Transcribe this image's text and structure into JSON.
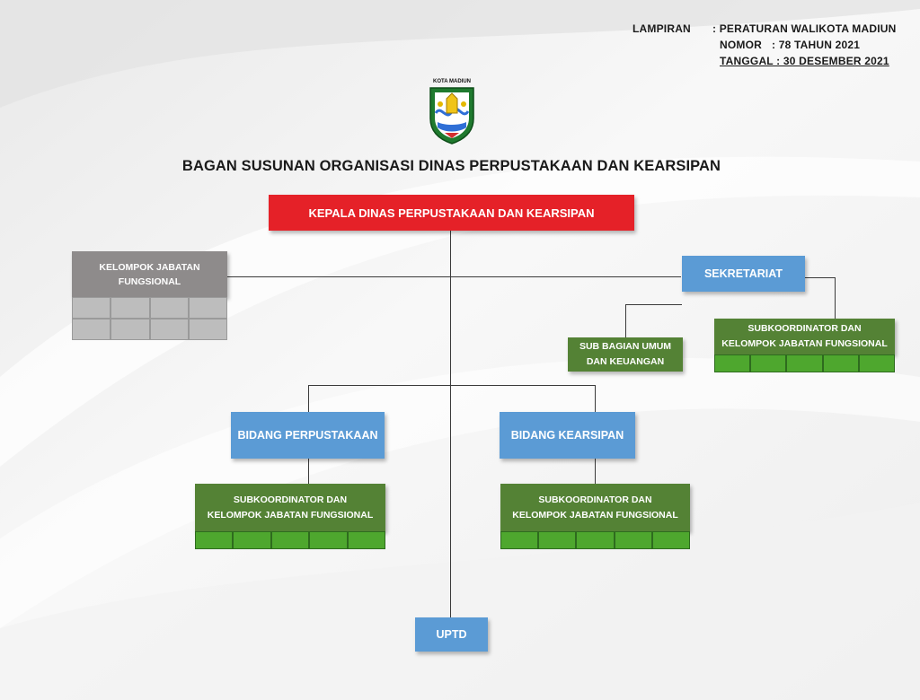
{
  "header": {
    "lampiran_label": "LAMPIRAN",
    "lampiran_value": ": PERATURAN WALIKOTA MADIUN",
    "nomor_label": "NOMOR",
    "nomor_value": ": 78 TAHUN 2021",
    "tanggal_text": "TANGGAL : 30 DESEMBER 2021"
  },
  "logo": {
    "text": "KOTA MADIUN",
    "icon": "kota-madiun-emblem"
  },
  "title": "BAGAN SUSUNAN ORGANISASI DINAS PERPUSTAKAAN DAN KEARSIPAN",
  "chart": {
    "kepala": "KEPALA DINAS PERPUSTAKAAN DAN KEARSIPAN",
    "kelompok_jabatan": [
      "KELOMPOK JABATAN",
      "FUNGSIONAL"
    ],
    "sekretariat": "SEKRETARIAT",
    "sub_bagian": [
      "SUB BAGIAN UMUM",
      "DAN KEUANGAN"
    ],
    "subkoordinator_sekretariat": [
      "SUBKOORDINATOR DAN",
      "KELOMPOK JABATAN FUNGSIONAL"
    ],
    "bidang_perpustakaan": "BIDANG PERPUSTAKAAN",
    "subkoordinator_perpustakaan": [
      "SUBKOORDINATOR DAN",
      "KELOMPOK JABATAN FUNGSIONAL"
    ],
    "bidang_kearsipan": "BIDANG KEARSIPAN",
    "subkoordinator_kearsipan": [
      "SUBKOORDINATOR DAN",
      "KELOMPOK JABATAN FUNGSIONAL"
    ],
    "uptd": "UPTD"
  },
  "colors": {
    "head": "#e52128",
    "bidang": "#5b9bd5",
    "subunit": "#548235",
    "fungsional": "#8e8b8b"
  }
}
